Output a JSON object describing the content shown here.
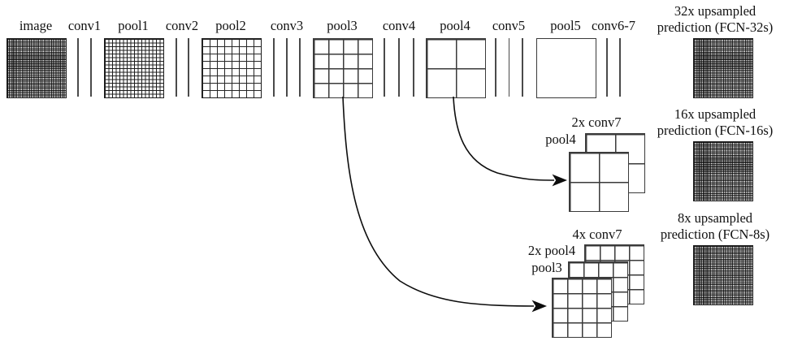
{
  "colors": {
    "background": "#ffffff",
    "grid_line": "#1c1c1c",
    "coarse_grid_line": "#3a3a3a",
    "conv_line": "#4a4a4a",
    "arrow": "#0d0d0d",
    "text": "#111111"
  },
  "pipeline": {
    "layers": [
      {
        "label": "image",
        "kind": "dense-grid",
        "cells": "32x32"
      },
      {
        "label": "conv1",
        "kind": "conv-lines",
        "lines": 2
      },
      {
        "label": "pool1",
        "kind": "grid",
        "cells": "16x16"
      },
      {
        "label": "conv2",
        "kind": "conv-lines",
        "lines": 2
      },
      {
        "label": "pool2",
        "kind": "grid",
        "cells": "8x8"
      },
      {
        "label": "conv3",
        "kind": "conv-lines",
        "lines": 3
      },
      {
        "label": "pool3",
        "kind": "grid",
        "cells": "4x4"
      },
      {
        "label": "conv4",
        "kind": "conv-lines",
        "lines": 3
      },
      {
        "label": "pool4",
        "kind": "grid",
        "cells": "2x2"
      },
      {
        "label": "conv5",
        "kind": "conv-lines",
        "lines": 3
      },
      {
        "label": "pool5",
        "kind": "grid",
        "cells": "1x1"
      },
      {
        "label": "conv6-7",
        "kind": "conv-lines",
        "lines": 2
      }
    ]
  },
  "outputs": [
    {
      "line1": "32x upsampled",
      "line2": "prediction (FCN-32s)",
      "cells": "32x32"
    },
    {
      "line1": "16x upsampled",
      "line2": "prediction (FCN-16s)",
      "cells": "32x32"
    },
    {
      "line1": "8x upsampled",
      "line2": "prediction (FCN-8s)",
      "cells": "32x32"
    }
  ],
  "fusion_16s": {
    "back_label": "2x conv7",
    "front_label": "pool4",
    "cells": "2x2"
  },
  "fusion_8s": {
    "back_label": "4x conv7",
    "middle_label": "2x pool4",
    "front_label": "pool3",
    "cells": "4x4"
  }
}
